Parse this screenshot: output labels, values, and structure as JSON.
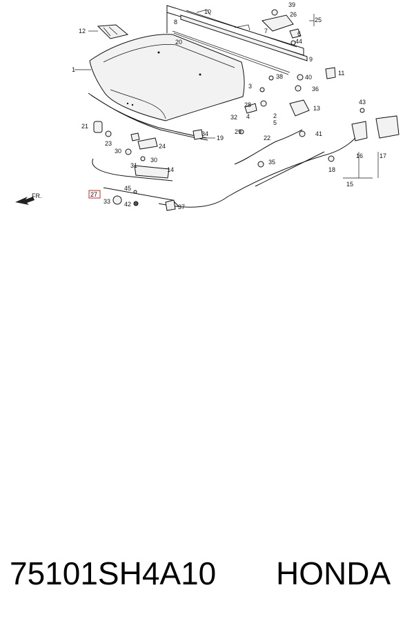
{
  "part_number": "75101SH4A10",
  "brand": "HONDA",
  "front_label": "FR.",
  "callouts": [
    "1",
    "2",
    "3",
    "4",
    "5",
    "6",
    "7",
    "8",
    "9",
    "10",
    "11",
    "12",
    "13",
    "14",
    "15",
    "16",
    "17",
    "18",
    "19",
    "20",
    "21",
    "22",
    "23",
    "24",
    "25",
    "26",
    "27",
    "28",
    "29",
    "30",
    "30",
    "31",
    "32",
    "33",
    "34",
    "35",
    "36",
    "37",
    "38",
    "39",
    "40",
    "41",
    "42",
    "43",
    "44",
    "45"
  ],
  "highlighted_callout": "27"
}
